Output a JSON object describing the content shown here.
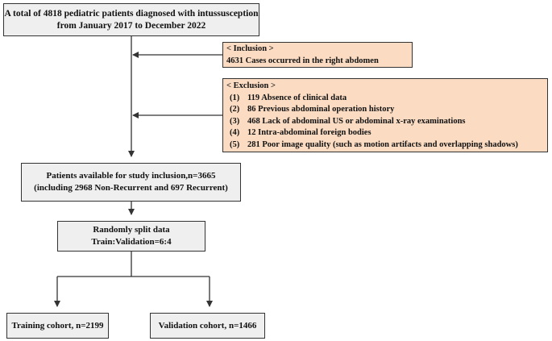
{
  "start": {
    "line1": "A total of 4818 pediatric patients diagnosed with intussusception",
    "line2": "from January 2017 to December 2022"
  },
  "inclusion": {
    "title": "< Inclusion >",
    "item": "4631 Cases occurred in the right abdomen"
  },
  "exclusion": {
    "title": "< Exclusion >",
    "items": [
      {
        "num": "(1)",
        "text": "119 Absence of clinical data"
      },
      {
        "num": "(2)",
        "text": "86 Previous abdominal operation history"
      },
      {
        "num": "(3)",
        "text": "468 Lack of abdominal US or abdominal x-ray examinations"
      },
      {
        "num": "(4)",
        "text": "12 Intra-abdominal foreign bodies"
      },
      {
        "num": "(5)",
        "text": "281 Poor image quality (such as motion artifacts and overlapping shadows)"
      }
    ]
  },
  "available": {
    "line1": "Patients available for study inclusion,n=3665",
    "line2": "(including 2968 Non-Recurrent and 697 Recurrent)"
  },
  "split": {
    "line1": "Randomly split data",
    "line2": "Train:Validation=6:4"
  },
  "training": {
    "label": "Training cohort, n=2199"
  },
  "validation": {
    "label": "Validation cohort, n=1466"
  },
  "colors": {
    "gray_fill": "#efefef",
    "peach_fill": "#fbdcc3",
    "line": "#333333"
  }
}
